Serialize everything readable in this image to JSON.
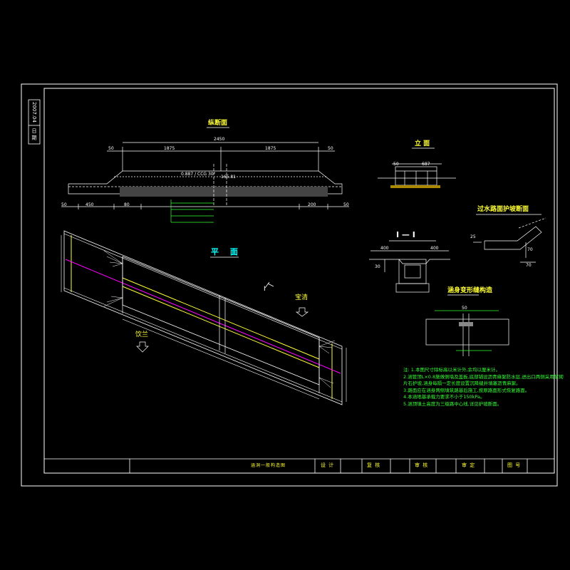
{
  "side_stamp": {
    "date": "2007.04",
    "label": "日 期"
  },
  "views": {
    "longitudinal": "纵断面",
    "elevation": "立 面",
    "plan": "平 面",
    "section_1_1": "I — I",
    "protection": "过水路面护坡断面",
    "joint": "涵身变形缝构造"
  },
  "dims": {
    "total": "2450",
    "half_left": "1875",
    "half_right": "1875",
    "edge": "50",
    "slope_text": "0.887 / CCG  30°",
    "station": "165.81",
    "left_450": "450",
    "left_50": "50",
    "left_80": "80",
    "right_200": "200",
    "right_50": "50",
    "elev_687": "687",
    "elev_50": "50",
    "sec_400_l": "400",
    "sec_400_r": "400",
    "sec_30": "30",
    "prot_25": "25",
    "prot_70a": "70",
    "prot_70b": "70",
    "joint_50": "50"
  },
  "plan_labels": {
    "left_dir": "饮兰",
    "right_dir": "宝清",
    "cut_mark": "I"
  },
  "notes": [
    "注: 1.本图尺寸除标高以米计外,余均以厘米计。",
    "2.涵管顶L×0.8施做侧墙及盖板,底部铺设沥青麻絮防水层,进出口两侧采用浆砌",
    "   片石护坡,涵身每隔一定长度设置沉降缝并填塞沥青麻絮。",
    "3.路面应在涵身两侧填筑路基后施工,按原路面形式恢复路面。",
    "4.本涵地基承载力要求不小于150kPa。",
    "5.涵顶填土高度为三级路中心线,详见护坡断面。"
  ],
  "title_block": {
    "drawing_name": "涵洞一般构造图",
    "design": "设 计",
    "review": "复 核",
    "check": "审 核",
    "approve": "审 定",
    "drawing_no": "图 号"
  },
  "colors": {
    "background": "#000000",
    "frame": "#ffffff",
    "title_text": "#ffff33",
    "note_text": "#33ff33",
    "center_line": "#ff00ff",
    "dim_line": "#ffffff"
  }
}
